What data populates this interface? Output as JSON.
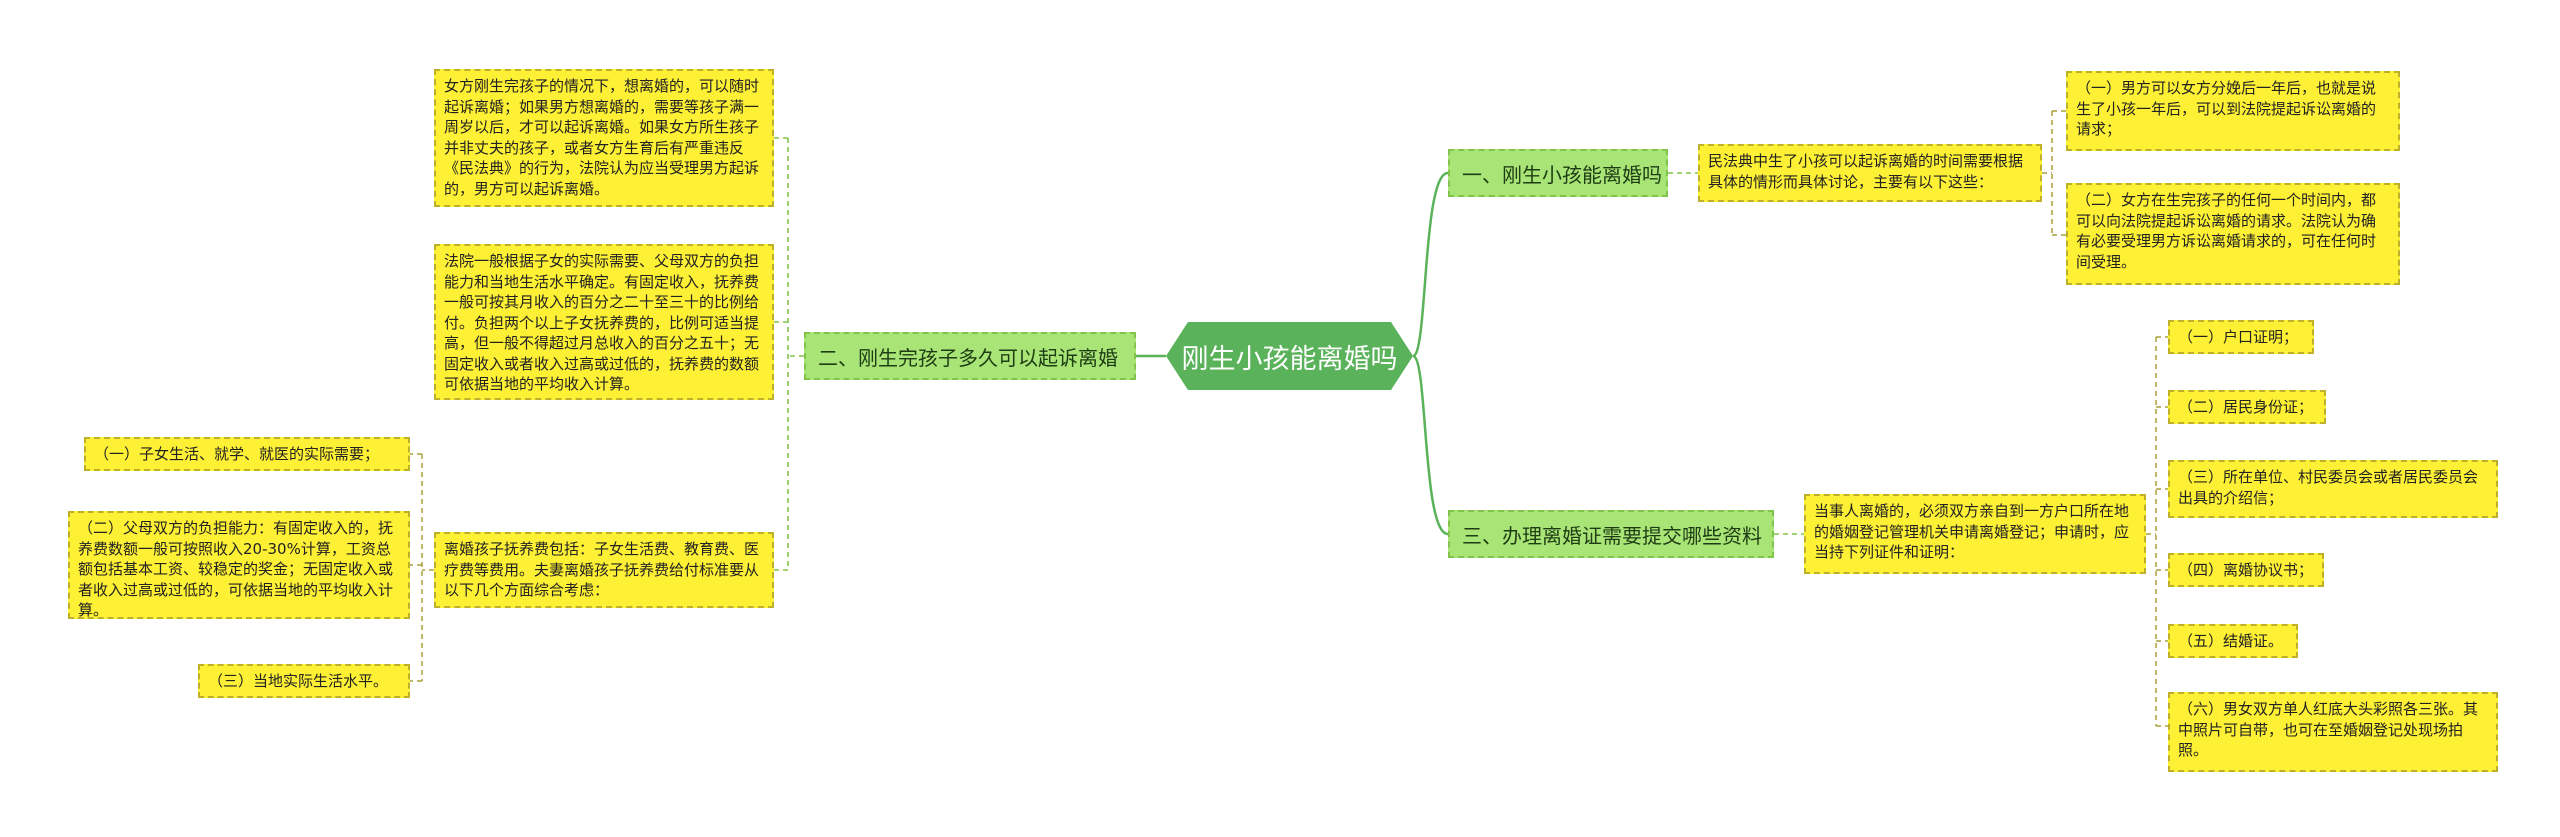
{
  "root": {
    "label": "刚生小孩能离婚吗"
  },
  "branches": {
    "b1": {
      "label": "一、刚生小孩能离婚吗",
      "intro": "民法典中生了小孩可以起诉离婚的时间需要根据具体的情形而具体讨论，主要有以下这些：",
      "items": [
        "（一）男方可以女方分娩后一年后，也就是说生了小孩一年后，可以到法院提起诉讼离婚的请求；",
        "（二）女方在生完孩子的任何一个时间内，都可以向法院提起诉讼离婚的请求。法院认为确有必要受理男方诉讼离婚请求的，可在任何时间受理。"
      ]
    },
    "b2": {
      "label": "二、刚生完孩子多久可以起诉离婚",
      "items": [
        "女方刚生完孩子的情况下，想离婚的，可以随时起诉离婚；如果男方想离婚的，需要等孩子满一周岁以后，才可以起诉离婚。如果女方所生孩子并非丈夫的孩子，或者女方生育后有严重违反《民法典》的行为，法院认为应当受理男方起诉的，男方可以起诉离婚。",
        "法院一般根据子女的实际需要、父母双方的负担能力和当地生活水平确定。有固定收入，抚养费一般可按其月收入的百分之二十至三十的比例给付。负担两个以上子女抚养费的，比例可适当提高，但一般不得超过月总收入的百分之五十；无固定收入或者收入过高或过低的，抚养费的数额可依据当地的平均收入计算。",
        "离婚孩子抚养费包括：子女生活费、教育费、医疗费等费用。夫妻离婚孩子抚养费给付标准要从以下几个方面综合考虑："
      ],
      "subitems": [
        "（一）子女生活、就学、就医的实际需要；",
        "（二）父母双方的负担能力：有固定收入的，抚养费数额一般可按照收入20-30%计算，工资总额包括基本工资、较稳定的奖金；无固定收入或者收入过高或过低的，可依据当地的平均收入计算。",
        "（三）当地实际生活水平。"
      ]
    },
    "b3": {
      "label": "三、办理离婚证需要提交哪些资料",
      "intro": "当事人离婚的，必须双方亲自到一方户口所在地的婚姻登记管理机关申请离婚登记；申请时，应当持下列证件和证明：",
      "items": [
        "（一）户口证明；",
        "（二）居民身份证；",
        "（三）所在单位、村民委员会或者居民委员会出具的介绍信；",
        "（四）离婚协议书；",
        "（五）结婚证。",
        "（六）男女双方单人红底大头彩照各三张。其中照片可自带，也可在至婚姻登记处现场拍照。"
      ]
    }
  },
  "colors": {
    "root_fill": "#5ab25a",
    "branch_fill": "#a9e476",
    "leaf_fill": "#fdf035",
    "link_root": "#5ab25a",
    "link_branch": "#81c44a",
    "link_leaf": "#a9a13a"
  }
}
